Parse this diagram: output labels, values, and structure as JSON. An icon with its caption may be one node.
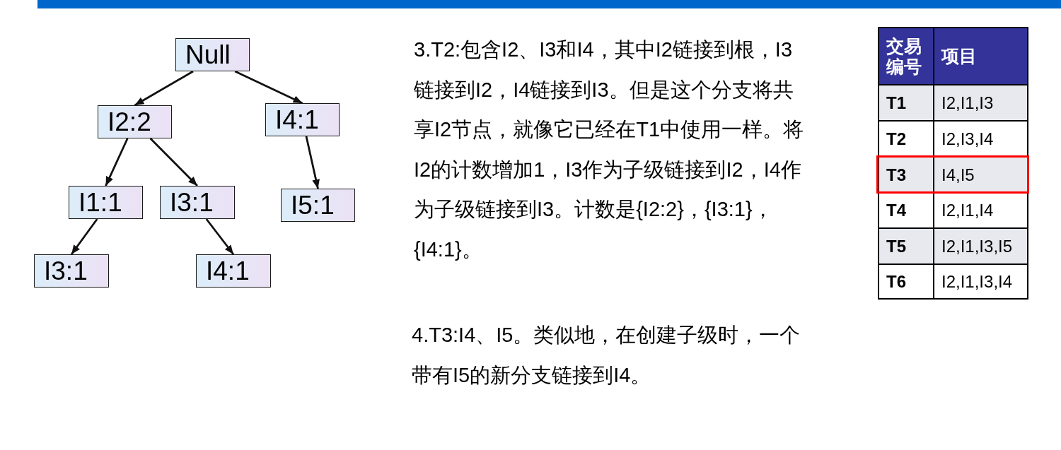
{
  "diagram": {
    "nodes": [
      {
        "text": [
          "Null"
        ]
      },
      {
        "text": [
          "I2:2"
        ]
      },
      {
        "text": [
          "I4:1"
        ]
      },
      {
        "text": [
          "I1:1"
        ]
      },
      {
        "text": [
          "I3:1"
        ]
      },
      {
        "text": [
          "I5:1"
        ]
      },
      {
        "text": [
          "I3:1"
        ]
      },
      {
        "text": [
          "I4:1"
        ]
      }
    ],
    "edges": [
      {
        "from": 0,
        "to": 1,
        "arrow": "to"
      },
      {
        "from": 0,
        "to": 2,
        "arrow": "to"
      },
      {
        "from": 1,
        "to": 3,
        "arrow": "to"
      },
      {
        "from": 1,
        "to": 4,
        "arrow": "to"
      },
      {
        "from": 2,
        "to": 5,
        "arrow": "to"
      },
      {
        "from": 3,
        "to": 6,
        "arrow": "to"
      },
      {
        "from": 4,
        "to": 7,
        "arrow": "to"
      }
    ],
    "labels": [
      "3.T2:包含I2、I3和I4，其中I2链接到根，I3链接到I2，I4链接到I3。但是这个分支将共享I2节点，就像它已经在T1中使用一样。将I2的计数增加1，I3作为子级链接到I2，I4作为子级链接到I3。计数是{I2:2}，{I3:1}，{I4:1}。",
      "4.T3:I4、I5。类似地，在创建子级时，一个带有I5的新分支链接到I4。",
      "交易编号",
      "项目",
      "T1",
      "I2,I1,I3",
      "T2",
      "I2,I3,I4",
      "T3",
      "I4,I5",
      "T4",
      "I2,I1,I4",
      "T5",
      "I2,I1,I3,I5",
      "T6",
      "I2,I1,I3,I4"
    ]
  }
}
